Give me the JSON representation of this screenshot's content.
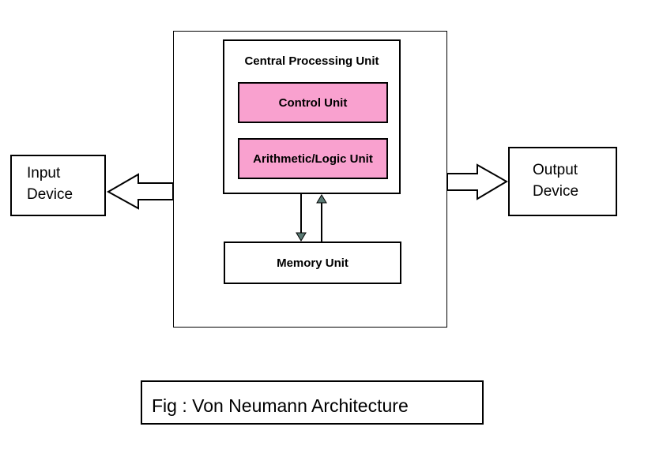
{
  "diagram": {
    "cpu_title": "Central Processing Unit",
    "control_unit": "Control Unit",
    "alu": "Arithmetic/Logic Unit",
    "memory_unit": "Memory Unit",
    "input_device_line1": "Input",
    "input_device_line2": "Device",
    "output_device_line1": "Output",
    "output_device_line2": "Device",
    "caption": "Fig : Von Neumann Architecture"
  },
  "colors": {
    "unit_fill": "#f9a1cf",
    "arrowhead_fill": "#5a7a74"
  }
}
